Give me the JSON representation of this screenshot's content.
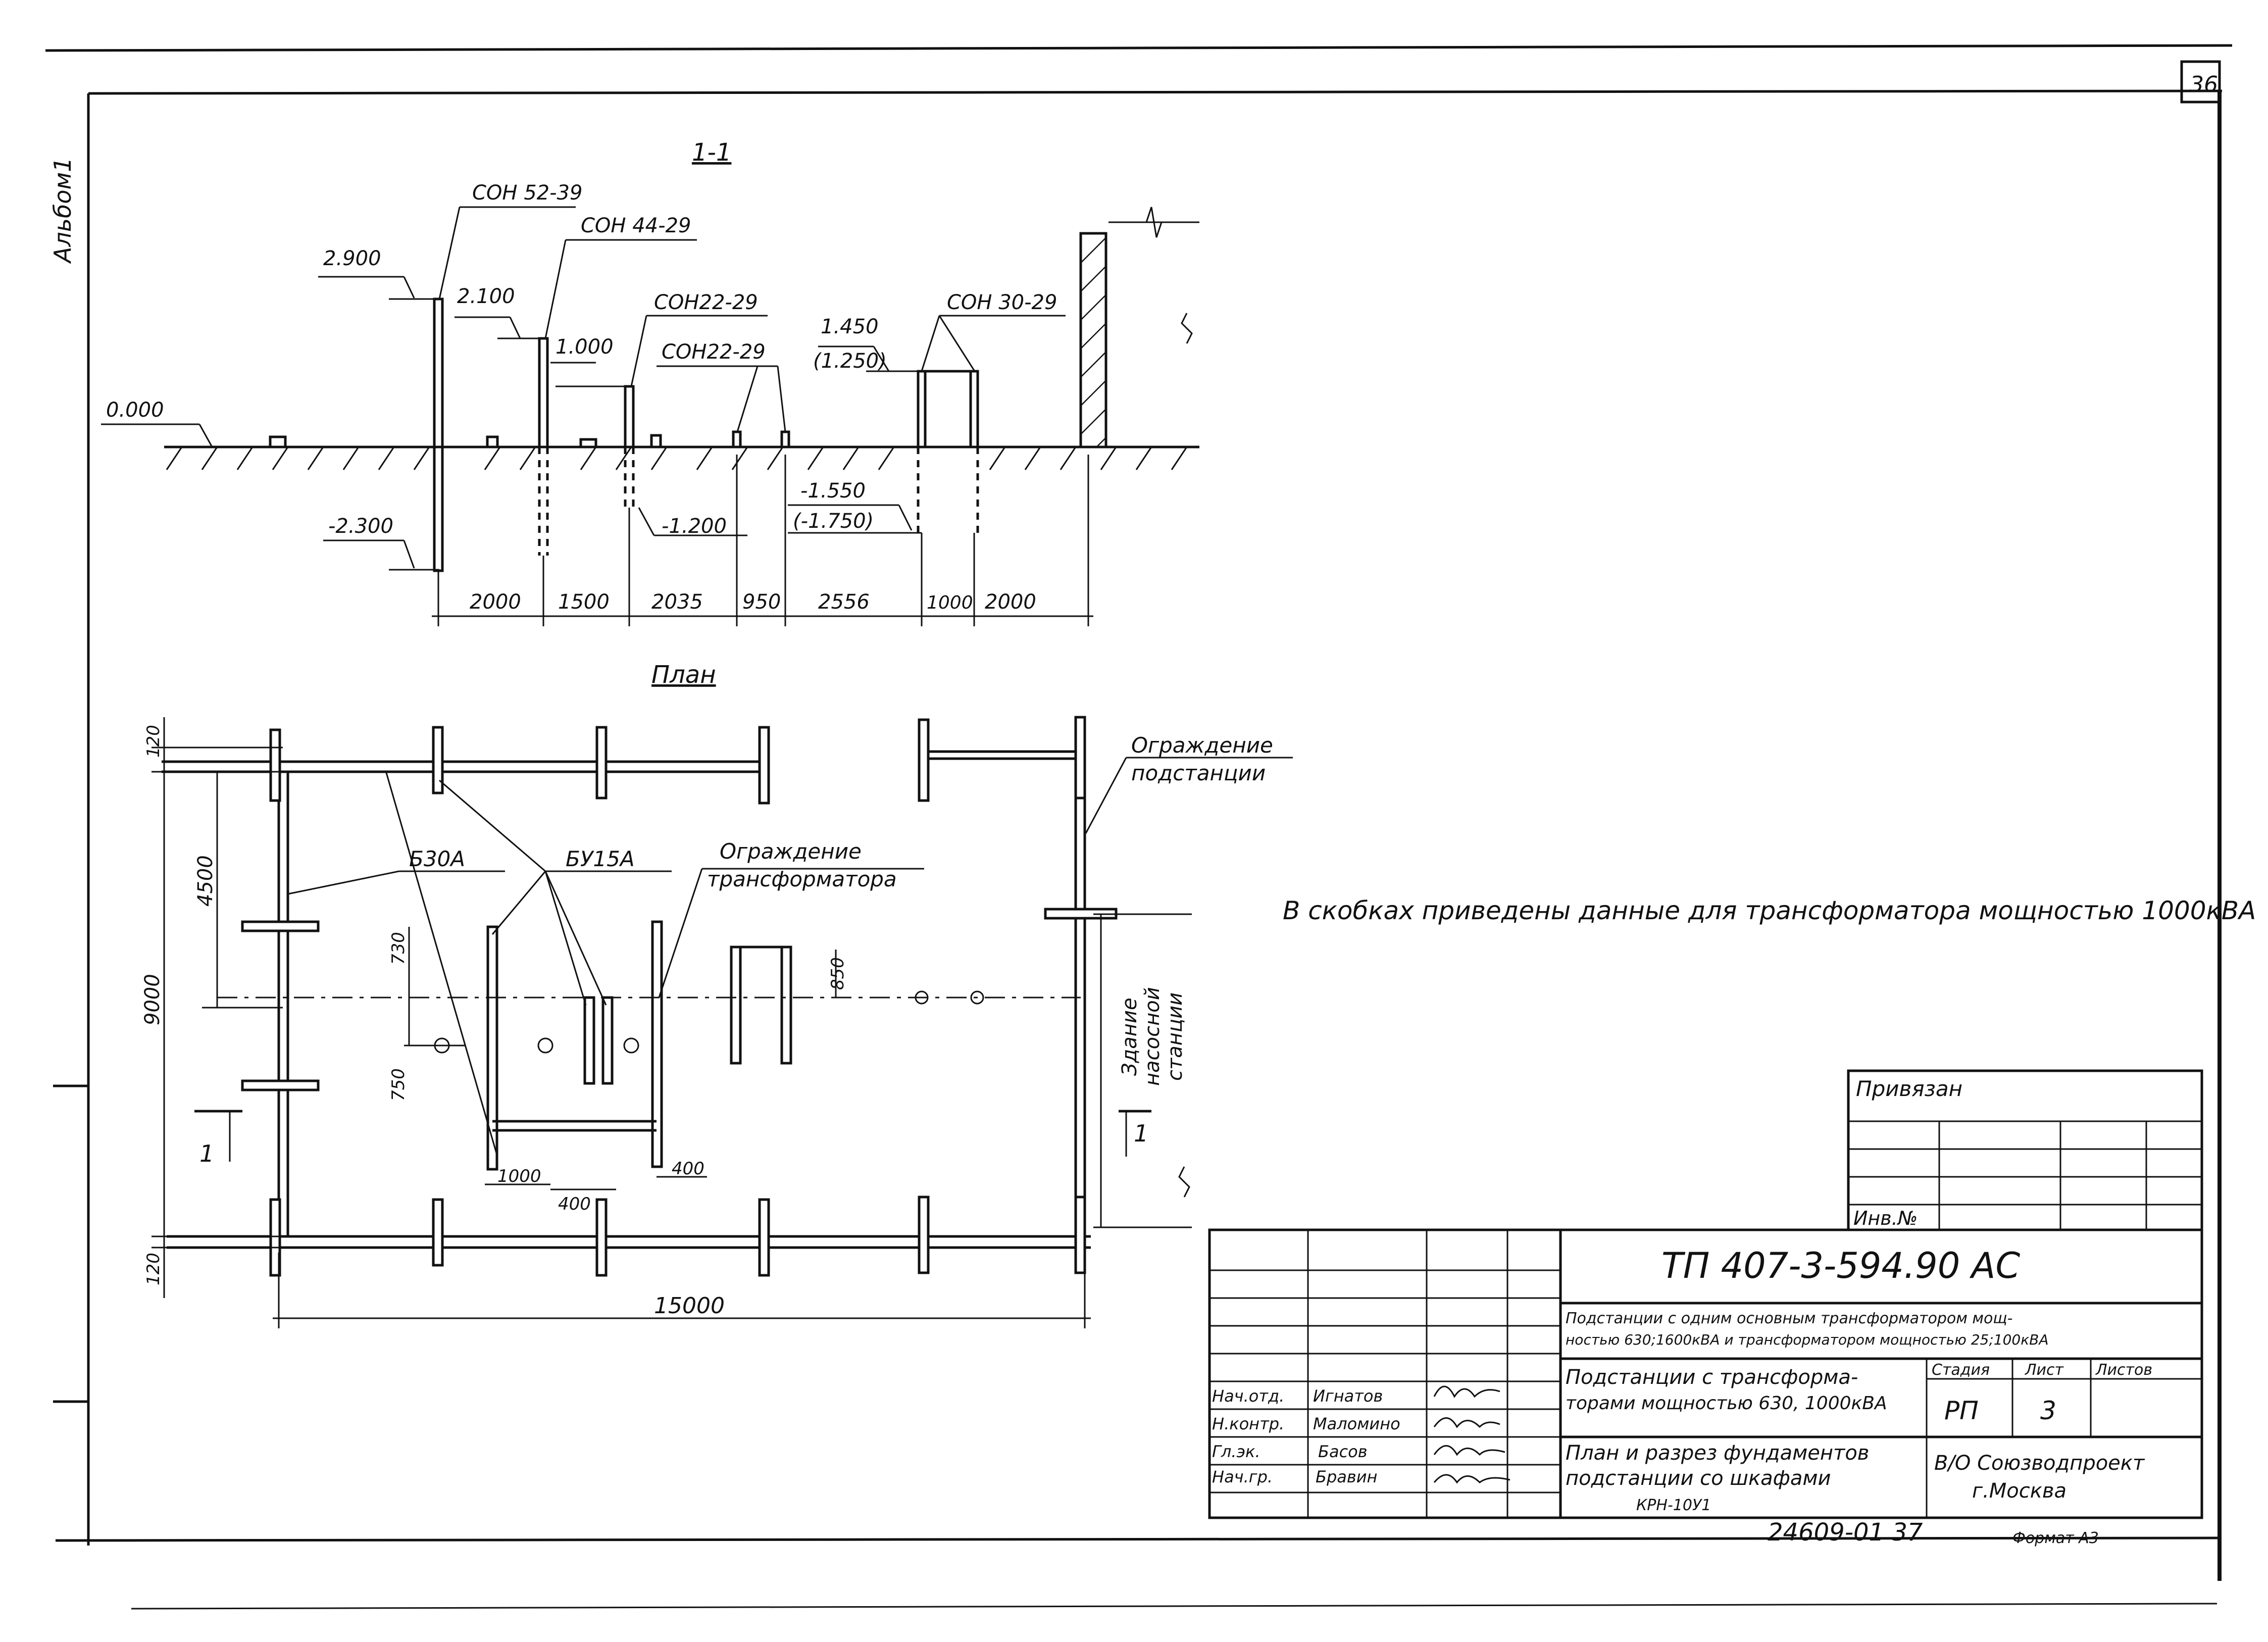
{
  "sheet": {
    "page_number": "36",
    "album_label": "Альбом1",
    "note": "В скобках приведены данные для трансформатора мощностью 1000кВА",
    "bottom_code": "24609-01  37",
    "format": "Формат А3"
  },
  "section": {
    "title": "1-1",
    "elevations": {
      "e_2900": "2.900",
      "e_2100": "2.100",
      "e_1000": "1.000",
      "e_1450": "1.450",
      "e_1250": "(1.250)",
      "e_0000": "0.000",
      "e_m2300": "-2.300",
      "e_m1200": "-1.200",
      "e_m1550": "-1.550",
      "e_m1750": "(-1.750)"
    },
    "callouts": {
      "son52": "СОН 52-39",
      "son44": "СОН 44-29",
      "son22a": "СОН22-29",
      "son22b": "СОН22-29",
      "son30": "СОН 30-29"
    },
    "dims": [
      "2000",
      "1500",
      "2035",
      "950",
      "2556",
      "1000",
      "2000"
    ]
  },
  "plan": {
    "title": "План",
    "labels": {
      "fence_sub": "Ограждение подстанции",
      "fence_sub_l1": "Ограждение",
      "fence_sub_l2": "подстанции",
      "b30a": "Б30А",
      "b415a": "БУ15А",
      "fence_tr_l1": "Ограждение",
      "fence_tr_l2": "трансформатора",
      "pump_l1": "Здание",
      "pump_l2": "насосной",
      "pump_l3": "станции"
    },
    "dims": {
      "d120_top": "120",
      "d120_bot": "120",
      "d4500": "4500",
      "d9000": "9000",
      "d730": "730",
      "d750": "750",
      "d850": "850",
      "d1000": "1000",
      "d400a": "400",
      "d400b": "400",
      "d15000": "15000"
    },
    "section_marks": {
      "left": "1",
      "right": "1"
    }
  },
  "binding_box": {
    "title": "Привязан",
    "inv": "Инв.№"
  },
  "title_block": {
    "code": "ТП  407-3-594.90  АС",
    "desc1_l1": "Подстанции с одним основным трансформатором мощ-",
    "desc1_l2": "ностью 630;1600кВА и трансформатором мощностью 25;100кВА",
    "desc2_l1": "Подстанции с трансформа-",
    "desc2_l2": "торами мощностью 630, 1000кВА",
    "desc3_l1": "План и разрез фундаментов",
    "desc3_l2": "подстанции со шкафами",
    "desc3_l3": "КРН-10У1",
    "stage_h": "Стадия",
    "sheet_h": "Лист",
    "sheets_h": "Листов",
    "stage": "РП",
    "sheet_no": "3",
    "org_l1": "В/О Союзводпроект",
    "org_l2": "г.Москва",
    "staff": [
      {
        "role": "Нач.отд.",
        "name": "Игнатов"
      },
      {
        "role": "Н.контр.",
        "name": "Маломино"
      },
      {
        "role": "Гл.эк.",
        "name": "Басов"
      },
      {
        "role": "Нач.гр.",
        "name": "Бравин"
      }
    ]
  }
}
